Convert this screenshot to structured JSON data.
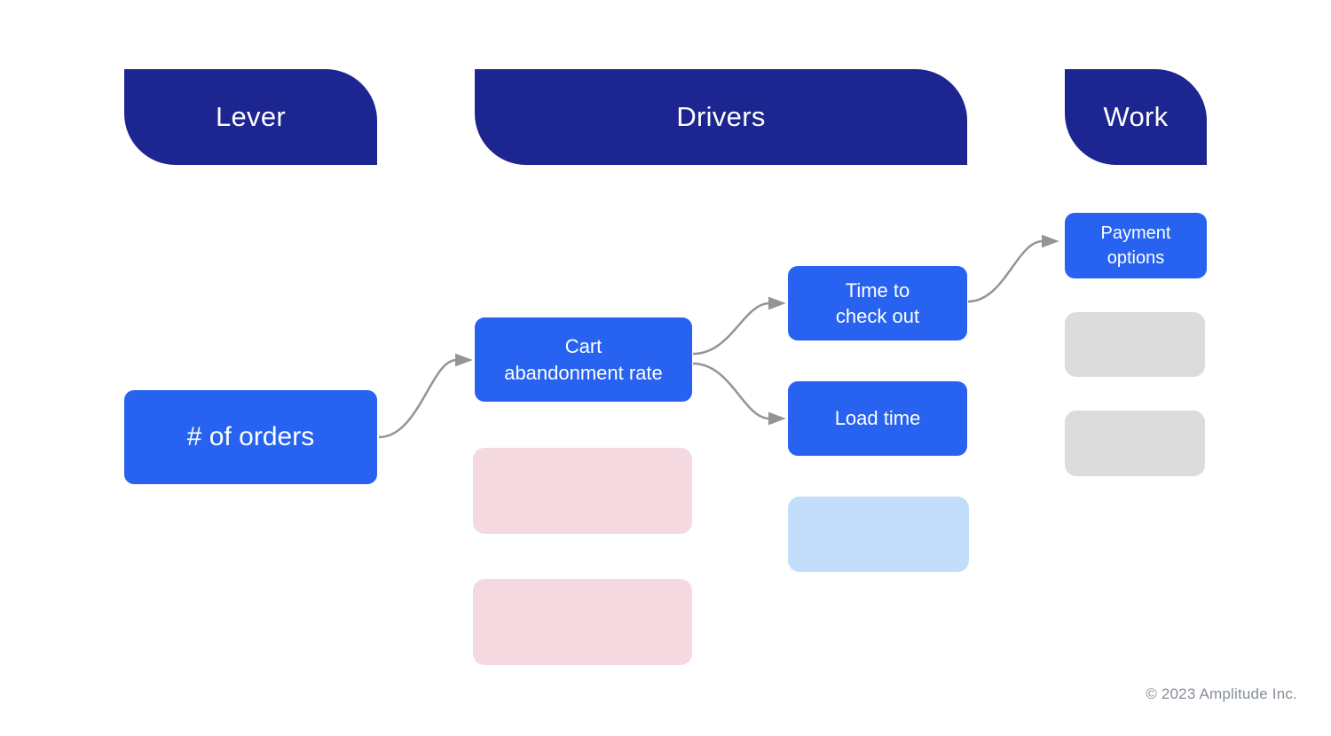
{
  "headers": {
    "lever": "Lever",
    "drivers": "Drivers",
    "work": "Work"
  },
  "nodes": {
    "orders": "# of orders",
    "cart": "Cart\nabandonment rate",
    "time": "Time to\ncheck out",
    "load": "Load time",
    "payment": "Payment\noptions"
  },
  "edges": [
    {
      "from": "# of orders",
      "to": "Cart abandonment rate"
    },
    {
      "from": "Cart abandonment rate",
      "to": "Time to check out"
    },
    {
      "from": "Cart abandonment rate",
      "to": "Load time"
    },
    {
      "from": "Time to check out",
      "to": "Payment options"
    }
  ],
  "placeholders": [
    {
      "id": "pink-1",
      "column": "Drivers",
      "color": "#f5d9e0"
    },
    {
      "id": "pink-2",
      "column": "Drivers",
      "color": "#f5d9e0"
    },
    {
      "id": "light-blue-1",
      "column": "Drivers",
      "color": "#c2defb"
    },
    {
      "id": "gray-1",
      "column": "Work",
      "color": "#dcdcdc"
    },
    {
      "id": "gray-2",
      "column": "Work",
      "color": "#dcdcdc"
    }
  ],
  "colors": {
    "header-navy": "#1c2590",
    "node-blue": "#2763f0",
    "placeholder-pink": "#f5d9e0",
    "placeholder-light-blue": "#c2defb",
    "placeholder-gray": "#dcdcdc",
    "arrow-gray": "#949494",
    "copyright-gray": "#878e99"
  },
  "footer": {
    "copyright": "© 2023 Amplitude Inc."
  }
}
